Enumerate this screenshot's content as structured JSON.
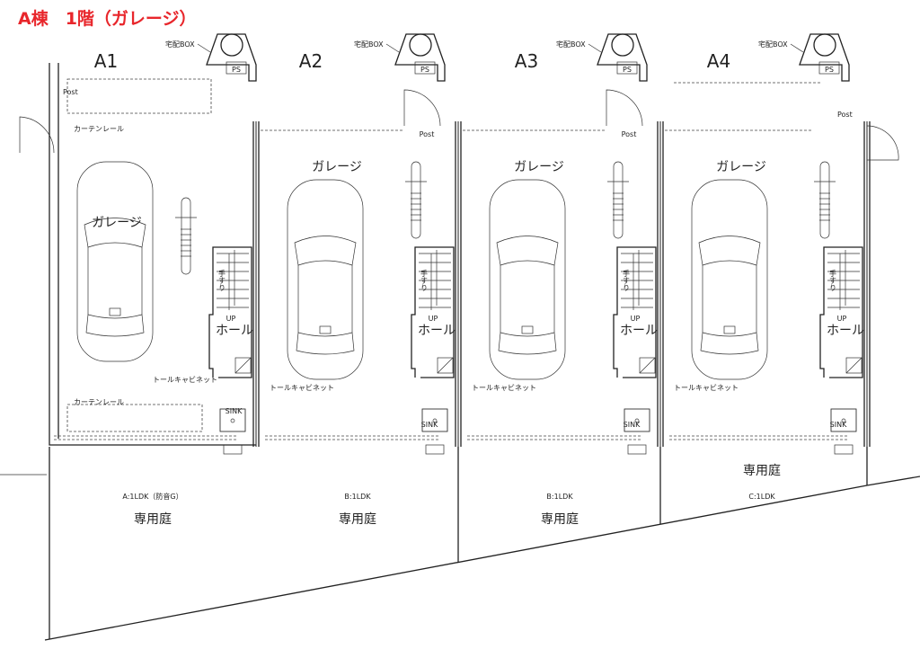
{
  "title": "A棟　1階（ガレージ）",
  "colors": {
    "title": "#e8262b",
    "unit_label": "#d42a2a",
    "line": "#222222"
  },
  "common_labels": {
    "delivery_box": "宅配BOX",
    "ps": "PS",
    "post": "Post",
    "garage": "ガレージ",
    "up": "UP",
    "hall": "ホール",
    "handrail": "手すり",
    "tall_cabinet": "トールキャビネット",
    "sink": "SINK",
    "curtain_rail": "カーテンレール"
  },
  "units": [
    {
      "id": "A1",
      "type_label": "A:1LDK（防音G）",
      "garden": "専用庭"
    },
    {
      "id": "A2",
      "type_label": "B:1LDK",
      "garden": "専用庭"
    },
    {
      "id": "A3",
      "type_label": "B:1LDK",
      "garden": "専用庭"
    },
    {
      "id": "A4",
      "type_label": "C:1LDK",
      "garden": "専用庭"
    }
  ]
}
